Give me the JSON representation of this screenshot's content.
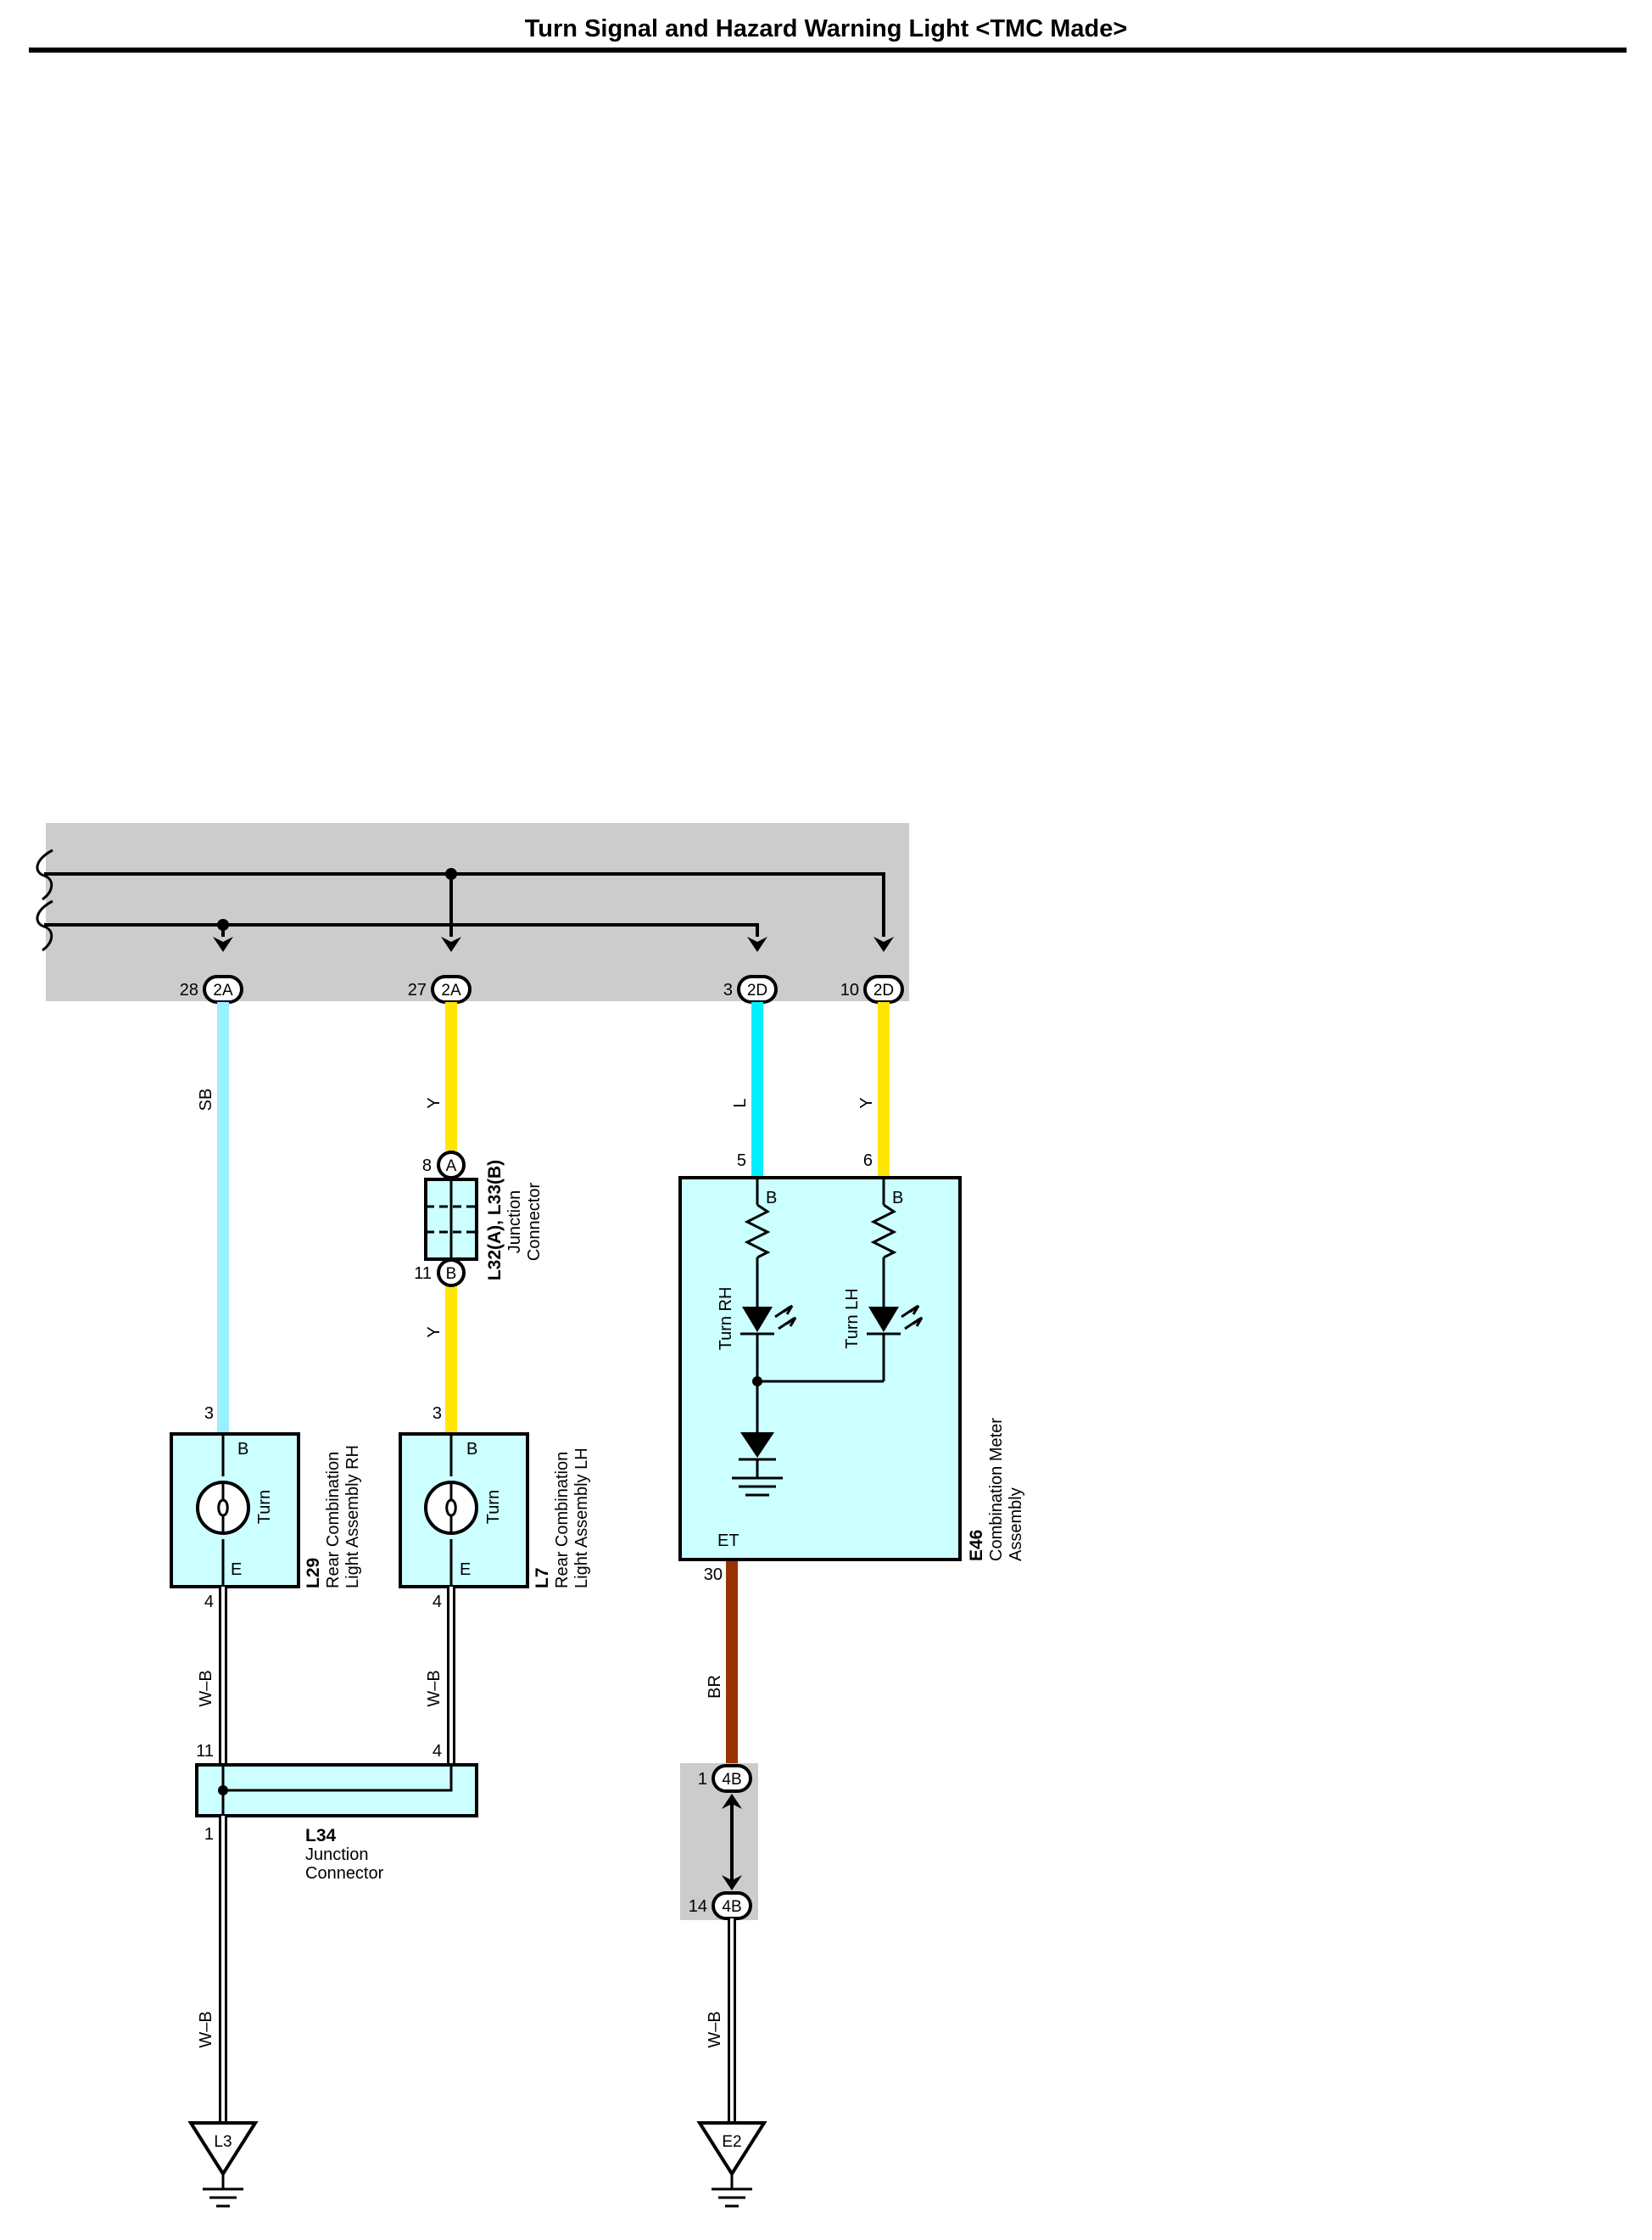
{
  "title": "Turn Signal and Hazard Warning Light <TMC Made>",
  "colors": {
    "shade": "#cccccc",
    "component_fill": "#ccffff",
    "wire_SB": "#99f0ff",
    "wire_Y": "#ffe600",
    "wire_L": "#00f0ff",
    "wire_BR": "#993300",
    "wire_WB": "#ffffff"
  },
  "connectors": {
    "c2a_left": {
      "code": "2A",
      "pin": "28"
    },
    "c2a_mid": {
      "code": "2A",
      "pin": "27"
    },
    "c2d_left": {
      "code": "2D",
      "pin": "3"
    },
    "c2d_right": {
      "code": "2D",
      "pin": "10"
    },
    "c4b_top": {
      "code": "4B",
      "pin": "1"
    },
    "c4b_bottom": {
      "code": "4B",
      "pin": "14"
    }
  },
  "wires": {
    "sb": "SB",
    "y1": "Y",
    "y2": "Y",
    "l": "L",
    "y3": "Y",
    "br": "BR",
    "wb1": "W–B",
    "wb2": "W–B",
    "wb3": "W–B",
    "wb4": "W–B"
  },
  "junction_connector_top": {
    "id": "L32(A), L33(B)",
    "name_line1": "Junction",
    "name_line2": "Connector",
    "pin_a": "8",
    "letter_a": "A",
    "pin_b": "11",
    "letter_b": "B"
  },
  "l29": {
    "id": "L29",
    "name_line1": "Rear Combination",
    "name_line2": "Light Assembly RH",
    "pin_top": "3",
    "pin_bottom": "4",
    "term_top": "B",
    "term_bottom": "E",
    "bulb": "Turn"
  },
  "l7": {
    "id": "L7",
    "name_line1": "Rear Combination",
    "name_line2": "Light Assembly LH",
    "pin_top": "3",
    "pin_bottom": "4",
    "term_top": "B",
    "term_bottom": "E",
    "bulb": "Turn"
  },
  "e46": {
    "id": "E46",
    "name_line1": "Combination Meter",
    "name_line2": "Assembly",
    "pin_left": "5",
    "pin_right": "6",
    "term_left": "B",
    "term_right": "B",
    "led_left": "Turn RH",
    "led_right": "Turn LH",
    "term_ground": "ET",
    "pin_ground": "30"
  },
  "l34": {
    "id": "L34",
    "name_line1": "Junction",
    "name_line2": "Connector",
    "pin_left_top": "11",
    "pin_right_top": "4",
    "pin_bottom": "1"
  },
  "grounds": {
    "g1": "L3",
    "g2": "E2"
  }
}
